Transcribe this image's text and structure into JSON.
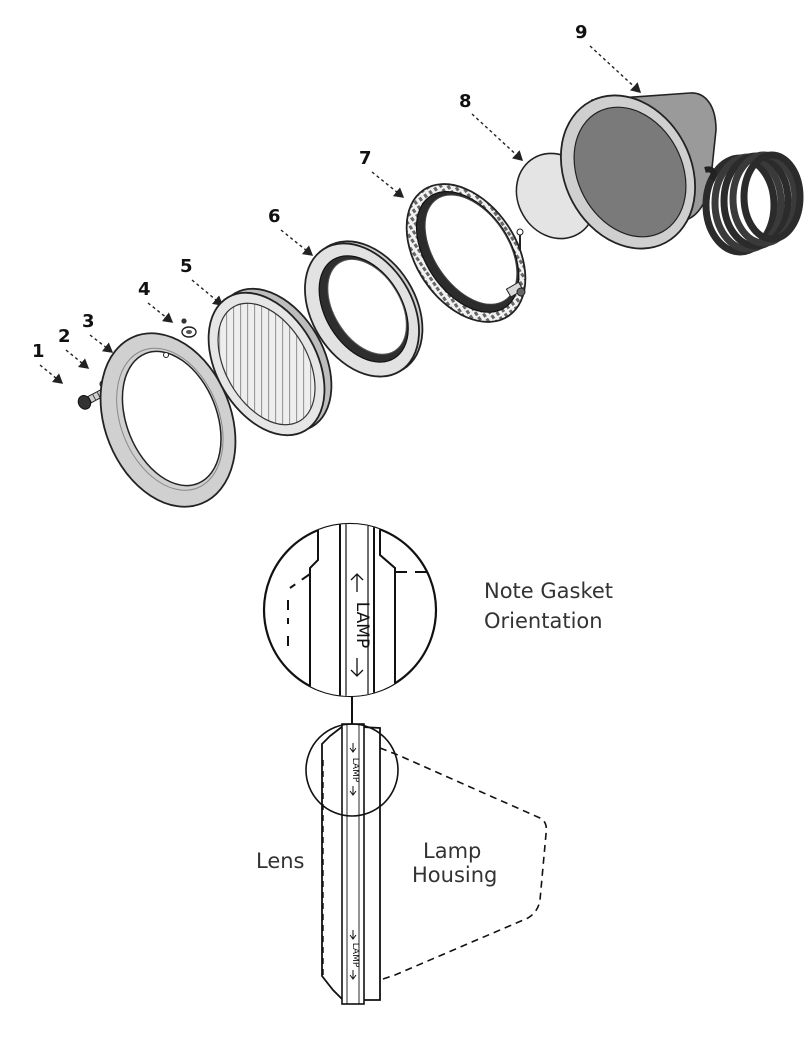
{
  "diagram": {
    "callouts": [
      "1",
      "2",
      "3",
      "4",
      "5",
      "6",
      "7",
      "8",
      "9"
    ],
    "gasket_label": "LAMP",
    "note": [
      "Note Gasket",
      "Orientation"
    ],
    "lens_label": "Lens",
    "housing_label": [
      "Lamp",
      "Housing"
    ]
  },
  "colors": {
    "outline": "#222222",
    "ring_fill": "#d8d8d8",
    "ring_dark": "#707070",
    "lens_fill": "#e8e8e8",
    "background": "#ffffff"
  },
  "icons": [
    "screw-icon",
    "washer-icon",
    "lamp-bulb-icon",
    "cord-coil-icon"
  ]
}
